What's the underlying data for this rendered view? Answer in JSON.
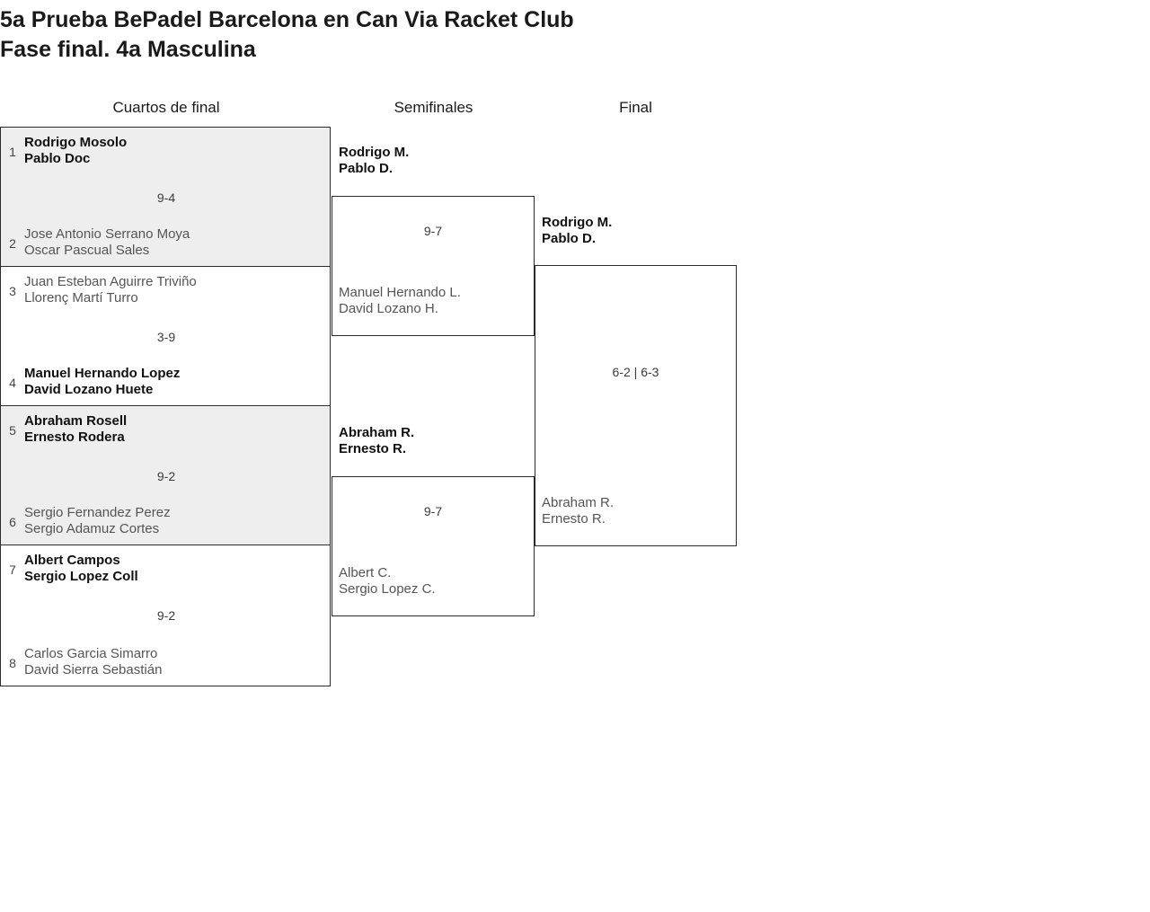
{
  "title": {
    "line1": "5a Prueba BePadel Barcelona en Can Via Racket Club",
    "line2": "Fase final. 4a Masculina"
  },
  "rounds": [
    {
      "label": "Cuartos de final"
    },
    {
      "label": "Semifinales"
    },
    {
      "label": "Final"
    }
  ],
  "quarterfinals": [
    {
      "score": "9-4",
      "top": {
        "seed": "1",
        "player1": "Rodrigo Mosolo",
        "player2": "Pablo Doc",
        "result": "winner"
      },
      "bottom": {
        "seed": "2",
        "player1": "Jose Antonio Serrano Moya",
        "player2": "Oscar Pascual Sales",
        "result": "loser"
      }
    },
    {
      "score": "3-9",
      "top": {
        "seed": "3",
        "player1": "Juan Esteban Aguirre Triviño",
        "player2": "Llorenç Martí Turro",
        "result": "loser"
      },
      "bottom": {
        "seed": "4",
        "player1": "Manuel Hernando Lopez",
        "player2": "David Lozano Huete",
        "result": "winner"
      }
    },
    {
      "score": "9-2",
      "top": {
        "seed": "5",
        "player1": "Abraham Rosell",
        "player2": "Ernesto Rodera",
        "result": "winner"
      },
      "bottom": {
        "seed": "6",
        "player1": "Sergio Fernandez Perez",
        "player2": "Sergio Adamuz Cortes",
        "result": "loser"
      }
    },
    {
      "score": "9-2",
      "top": {
        "seed": "7",
        "player1": "Albert Campos",
        "player2": "Sergio Lopez Coll",
        "result": "winner"
      },
      "bottom": {
        "seed": "8",
        "player1": "Carlos Garcia Simarro",
        "player2": "David Sierra Sebastián",
        "result": "loser"
      }
    }
  ],
  "semifinals": [
    {
      "score": "9-7",
      "top": {
        "player1": "Rodrigo M.",
        "player2": "Pablo D.",
        "result": "winner"
      },
      "bottom": {
        "player1": "Manuel Hernando L.",
        "player2": "David Lozano H.",
        "result": "loser"
      }
    },
    {
      "score": "9-7",
      "top": {
        "player1": "Abraham R.",
        "player2": "Ernesto R.",
        "result": "winner"
      },
      "bottom": {
        "player1": "Albert C.",
        "player2": "Sergio Lopez C.",
        "result": "loser"
      }
    }
  ],
  "final": {
    "score": "6-2 | 6-3",
    "top": {
      "player1": "Rodrigo M.",
      "player2": "Pablo D.",
      "result": "winner"
    },
    "bottom": {
      "player1": "Abraham R.",
      "player2": "Ernesto R.",
      "result": "loser"
    }
  },
  "colors": {
    "shaded_block_bg": "#eeeeee",
    "border": "#2b2b2b",
    "winner_text": "#111111",
    "loser_text": "#555555",
    "score_text": "#3b3b3b"
  }
}
